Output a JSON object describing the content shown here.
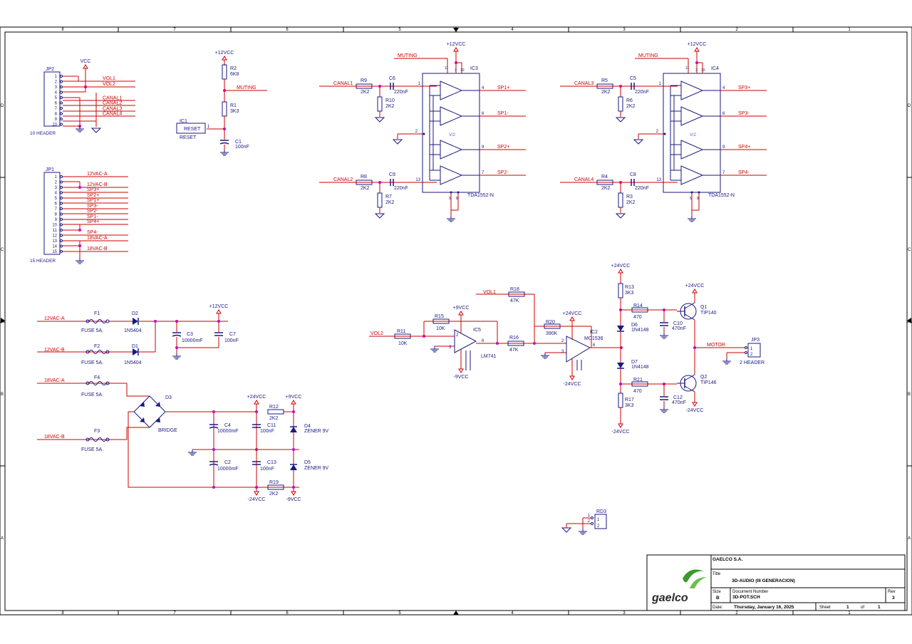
{
  "colors": {
    "wire": "#cc0000",
    "part": "#1a1a80",
    "frame": "#000000",
    "junction": "#d000d0",
    "pin": "#000000"
  },
  "border": {
    "cols": [
      "8",
      "7",
      "6",
      "5",
      "4",
      "3",
      "2",
      "1"
    ],
    "rows": [
      "D",
      "C",
      "B",
      "A"
    ]
  },
  "labels": {
    "jp2": "JP2",
    "jp2_footer": "10 HEADER",
    "vcc": "VCC",
    "jp2_nets": [
      "VOL1",
      "VOL2",
      "CANAL1",
      "CANAL2",
      "CANAL3",
      "CANAL4"
    ],
    "jp1": "JP1",
    "jp1_footer": "15 HEADER",
    "jp1_nets": [
      "12VAC-A",
      "12VAC-B",
      "SP3+",
      "SP2+",
      "SP1+",
      "SP3-",
      "SP2-",
      "SP1-",
      "SP4+",
      "SP4-",
      "18VAC-A",
      "18VAC-B"
    ],
    "pins10": [
      "1",
      "2",
      "3",
      "4",
      "5",
      "6",
      "7",
      "8",
      "9",
      "10"
    ],
    "pins15": [
      "1",
      "2",
      "3",
      "4",
      "5",
      "6",
      "7",
      "8",
      "9",
      "10",
      "11",
      "12",
      "13",
      "14",
      "15"
    ],
    "p12vcc": "+12VCC",
    "p24vcc": "+24VCC",
    "p9vcc": "+9VCC",
    "m9vcc": "-9VCC",
    "m24vcc": "-24VCC",
    "r2": "R2",
    "r2v": "6K8",
    "muting": "MUTING",
    "r1": "R1",
    "r1v": "3K3",
    "ic1": "IC1",
    "reset": "RESET",
    "c1": "C1",
    "c1v": "100nF",
    "canal1": "CANAL1",
    "canal2": "CANAL2",
    "canal3": "CANAL3",
    "canal4": "CANAL4",
    "r9": "R9",
    "r8": "R8",
    "r5": "R5",
    "r4": "R4",
    "v2k2": "2K2",
    "c6": "C6",
    "c9": "C9",
    "c5": "C5",
    "c8": "C8",
    "v220n": "220nF",
    "r10": "R10",
    "r7": "R7",
    "r6": "R6",
    "r3": "R3",
    "ic3": "IC3",
    "ic4": "IC4",
    "tda": "TDA1552-N",
    "v2": "V/2",
    "sp1p": "SP1+",
    "sp1m": "SP1-",
    "sp2p": "SP2+",
    "sp2m": "SP2-",
    "sp3p": "SP3+",
    "sp3m": "SP3-",
    "sp4p": "SP4+",
    "sp4m": "SP4-",
    "n1": "1",
    "n2": "2",
    "n3": "3",
    "n4": "4",
    "n5": "5",
    "n6": "6",
    "n7": "7",
    "n8": "8",
    "n9": "9",
    "n10": "10",
    "n11": "11",
    "n13": "13",
    "n14": "14",
    "f1": "F1",
    "f2": "F2",
    "f3": "F3",
    "f4": "F4",
    "fuse": "FUSE 5A.",
    "d1": "D1",
    "d2": "D2",
    "d1v": "1N5404",
    "c3": "C3",
    "c3v": "10000mF",
    "c7": "C7",
    "c7v": "100nF",
    "d3": "D3",
    "bridge": "BRIDGE",
    "c4": "C4",
    "c2": "C2",
    "c11": "C11",
    "c13": "C13",
    "v10000": "10000mF",
    "v100n": "100nF",
    "r12": "R12",
    "r19": "R19",
    "d4": "D4",
    "d5": "D5",
    "zener": "ZENER 9V",
    "vol1": "VOL1",
    "vol2": "VOL2",
    "r18": "R18",
    "r18v": "47K",
    "r15": "R15",
    "r15v": "10K",
    "r11": "R11",
    "r11v": "10K",
    "ic5": "IC5",
    "lm741": "LM741",
    "r16": "R16",
    "r16v": "47K",
    "r20": "R20",
    "r20v": "390K",
    "ic2": "IC2",
    "mc1536": "MC1536",
    "r13": "R13",
    "r13v": "3K3",
    "r14": "R14",
    "r14v": "470",
    "d6": "D6",
    "d6v": "1N4148",
    "d7": "D7",
    "d7v": "1N4148",
    "r21": "R21",
    "r21v": "470",
    "r17": "R17",
    "r17v": "3K3",
    "c10": "C10",
    "c10v": "470nF",
    "c12": "C12",
    "c12v": "470nF",
    "q1": "Q1",
    "q1v": "TIP140",
    "q2": "Q2",
    "q2v": "TIP146",
    "motor": "MOTOR",
    "jp3": "JP3",
    "jp3v": "2 HEADER",
    "rd3": "RD3"
  },
  "title_block": {
    "company": "GAELCO S.A.",
    "title_label": "Title",
    "title": "3D-AUDIO (III GENERACION)",
    "size_label": "Size",
    "size": "B",
    "docnum_label": "Document Number",
    "docnum": "3D-POT.SCH",
    "rev_label": "Rev",
    "rev": "3",
    "date_label": "Date:",
    "date": "Thursday, January 16, 2025",
    "sheet_label": "Sheet",
    "sheet": "1",
    "of_label": "of",
    "of": "1",
    "logo": "gaelco"
  }
}
